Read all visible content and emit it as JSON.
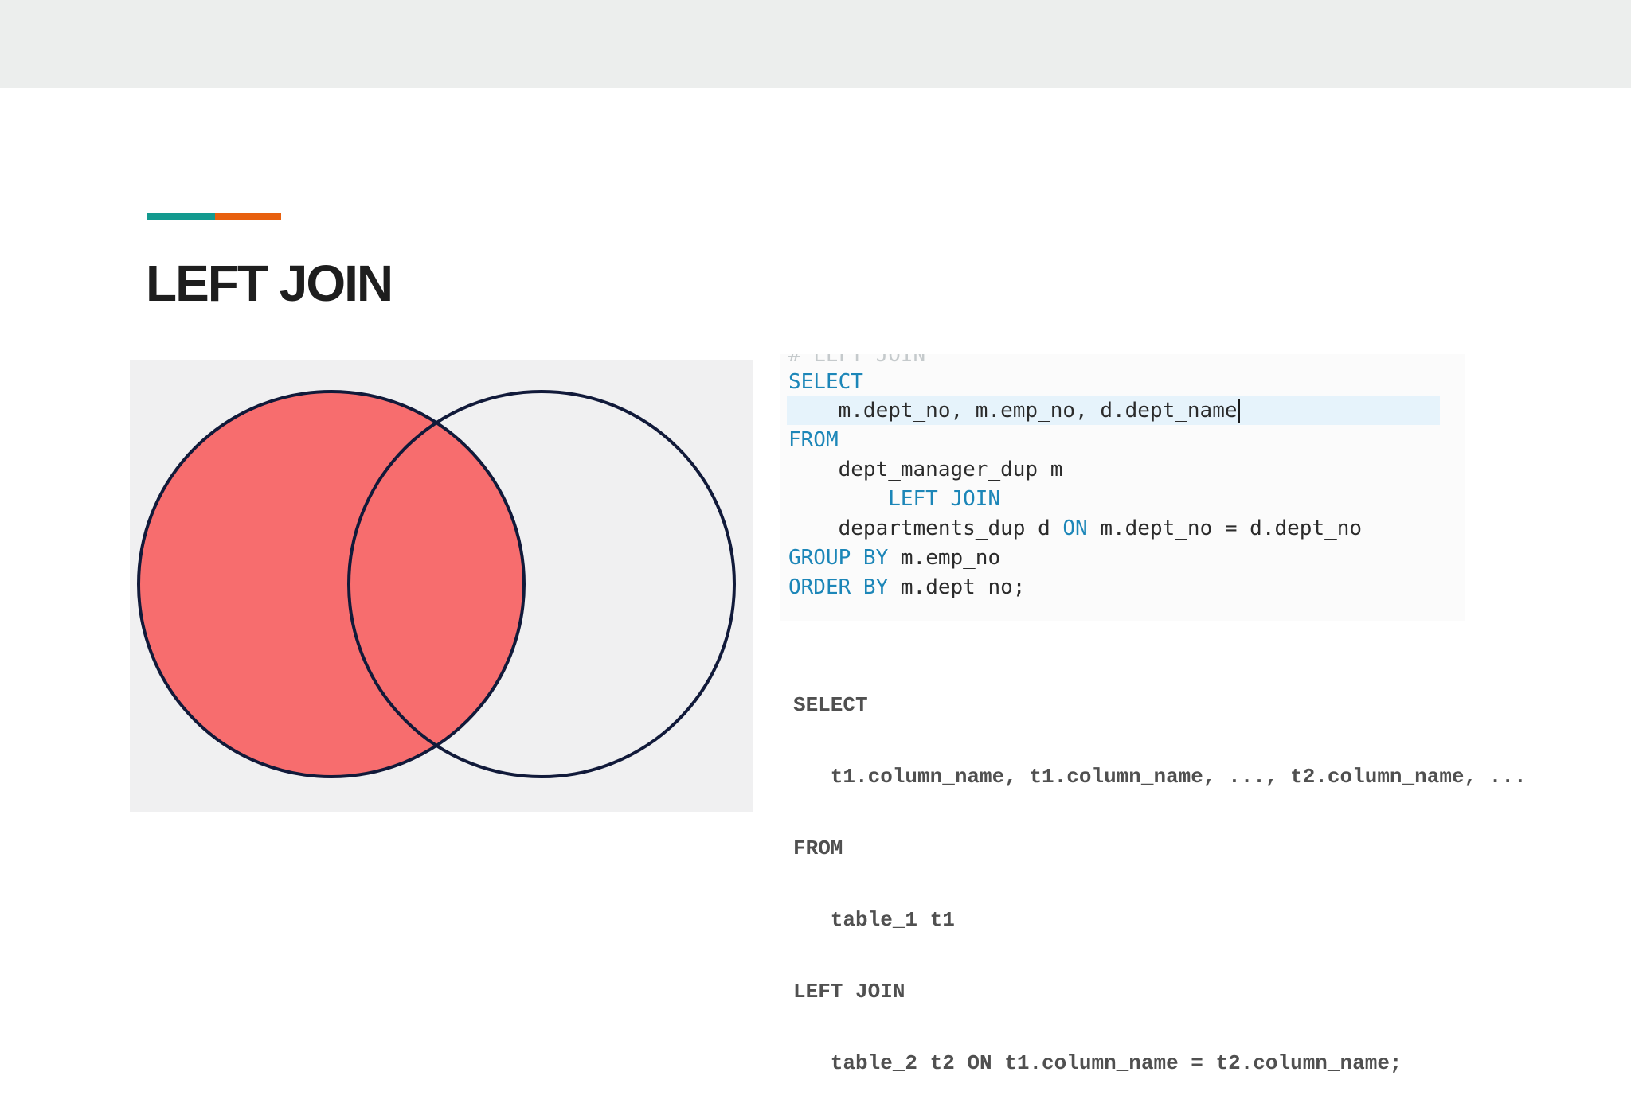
{
  "colors": {
    "accent_teal": "#139a8f",
    "accent_orange": "#e8600e",
    "venn_fill": "#f76d6e",
    "venn_stroke": "#111a3a",
    "keyword": "#1c86b8"
  },
  "slide": {
    "title": "LEFT JOIN"
  },
  "venn": {
    "left_set_highlighted": true,
    "intersection_highlighted": true,
    "right_only_highlighted": false
  },
  "example_query": {
    "cut_comment": "# LEFT JOIN",
    "l1_kw": "SELECT",
    "l2": "    m.dept_no, m.emp_no, d.dept_name",
    "l3_kw": "FROM",
    "l4": "    dept_manager_dup m",
    "l5_kw": "        LEFT JOIN",
    "l6_a": "    departments_dup d ",
    "l6_kw": "ON",
    "l6_b": " m.dept_no = d.dept_no",
    "l7_kw": "GROUP BY",
    "l7_b": " m.emp_no",
    "l8_kw": "ORDER BY",
    "l8_b": " m.dept_no;"
  },
  "syntax_template": {
    "lines": [
      "SELECT",
      "   t1.column_name, t1.column_name, ..., t2.column_name, ...",
      "FROM",
      "   table_1 t1",
      "LEFT JOIN",
      "   table_2 t2 ON t1.column_name = t2.column_name;"
    ]
  }
}
